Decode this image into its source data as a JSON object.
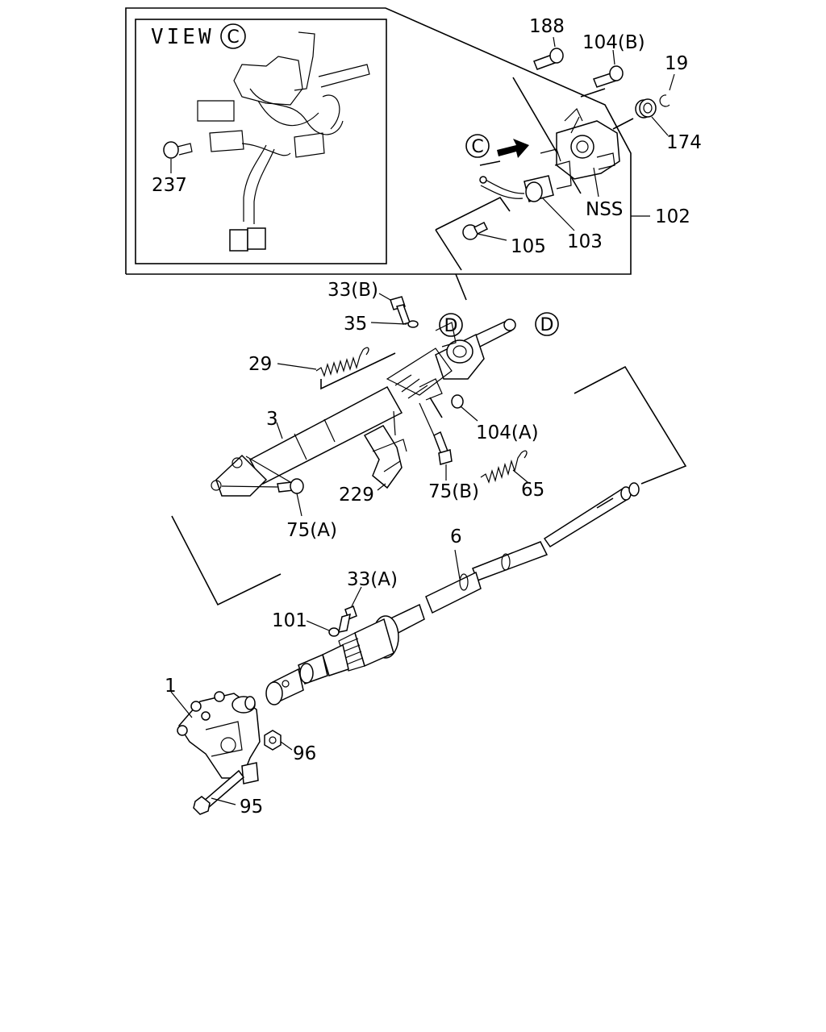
{
  "view_title": "VIEW",
  "callouts": {
    "c": "C",
    "d": "D"
  },
  "labels": {
    "p237": "237",
    "p188": "188",
    "p104b": "104(B)",
    "p19": "19",
    "p174": "174",
    "pnss": "NSS",
    "p102": "102",
    "p105": "105",
    "p103": "103",
    "p33b": "33(B)",
    "p35": "35",
    "p29": "29",
    "p3": "3",
    "p104a": "104(A)",
    "p229": "229",
    "p75b": "75(B)",
    "p65": "65",
    "p75a": "75(A)",
    "p6": "6",
    "p33a": "33(A)",
    "p101": "101",
    "p1": "1",
    "p96": "96",
    "p95": "95"
  }
}
